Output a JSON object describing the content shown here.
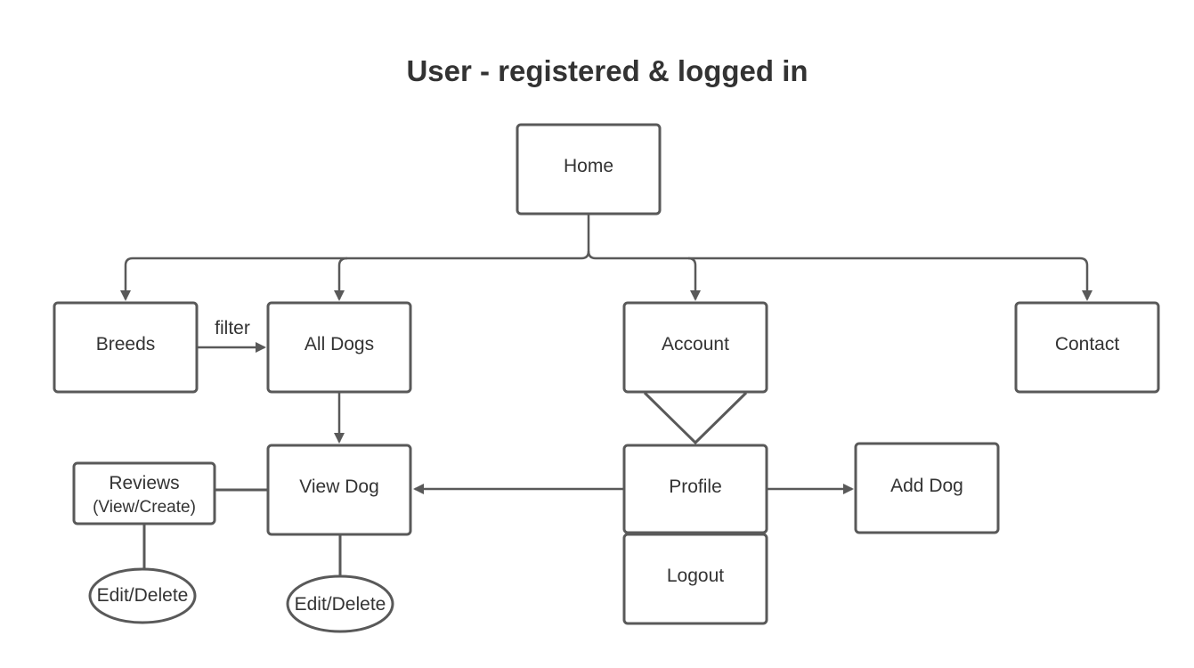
{
  "title": "User - registered & logged in",
  "nodes": {
    "home": "Home",
    "breeds": "Breeds",
    "all_dogs": "All Dogs",
    "account": "Account",
    "contact": "Contact",
    "view_dog": "View Dog",
    "profile": "Profile",
    "add_dog": "Add Dog",
    "logout": "Logout",
    "reviews": "Reviews",
    "reviews_sub": "(View/Create)",
    "reviews_edit_delete": "Edit/Delete",
    "view_dog_edit_delete": "Edit/Delete"
  },
  "edges": {
    "breeds_to_all_dogs": "filter"
  },
  "colors": {
    "stroke": "#595959",
    "text": "#333333",
    "background": "#ffffff"
  }
}
